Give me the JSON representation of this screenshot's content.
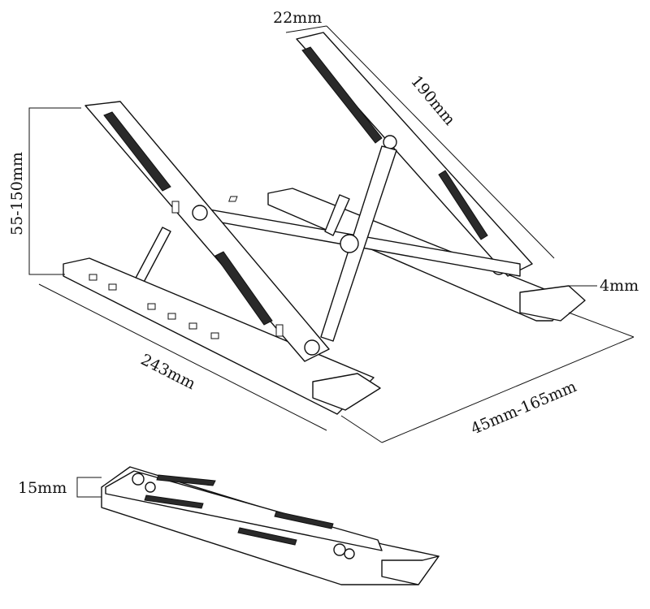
{
  "title": "Laptop stand dimensions diagram",
  "dimensions": {
    "arm_width": "22mm",
    "arm_length": "190mm",
    "height_range": "55-150mm",
    "foot_lip": "4mm",
    "base_length": "243mm",
    "base_spacing": "45mm-165mm",
    "folded_thickness": "15mm"
  }
}
